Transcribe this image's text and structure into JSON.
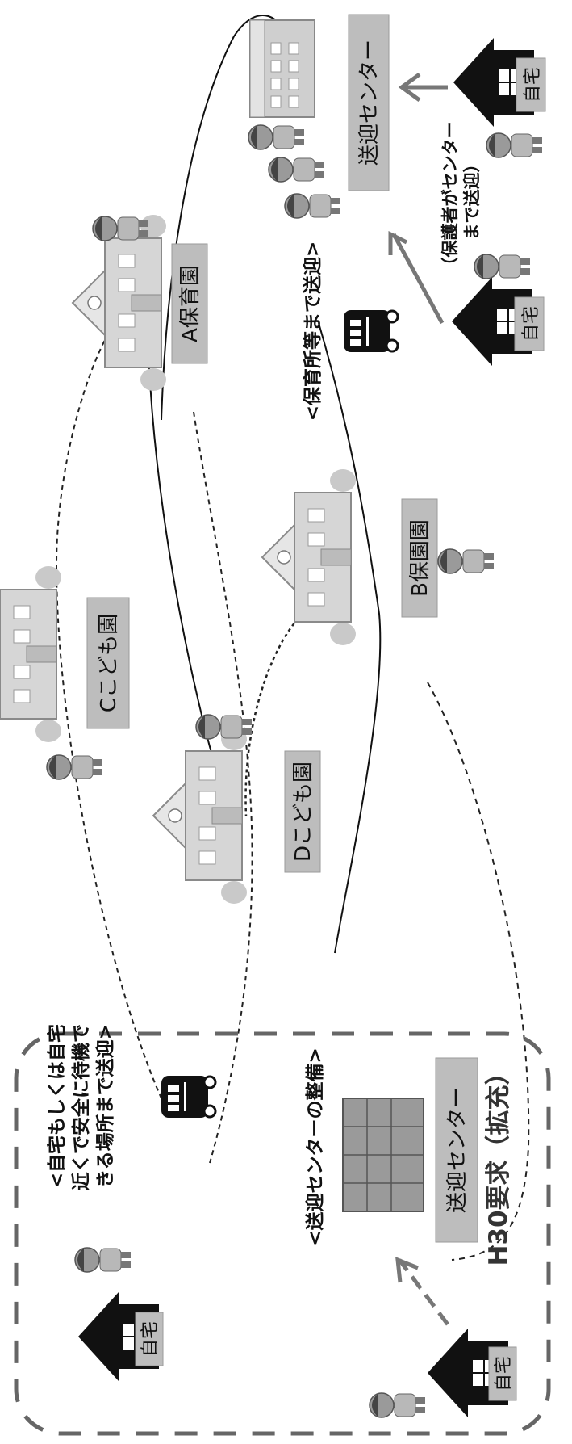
{
  "facilities": {
    "a": "A保育園",
    "b": "B保園園",
    "c": "Cこども園",
    "d": "Dこども園"
  },
  "centers": {
    "top": "送迎センター",
    "bottom": "送迎センター"
  },
  "homes": {
    "top_right": "自宅",
    "mid_right": "自宅",
    "bottom_left": "自宅",
    "bottom_right": "自宅"
  },
  "captions": {
    "route_to_nursery": "<保育所等まで送迎>",
    "guardian_to_center_line1": "（保護者がセンター",
    "guardian_to_center_line2": "まで送迎）",
    "pickup_line1": "<自宅もしくは自宅",
    "pickup_line2": "近くで安全に待機で",
    "pickup_line3": "きる場所まで送迎>",
    "center_setup": "<送迎センターの整備>",
    "h30_request": "H30要求（拡充）"
  },
  "colors": {
    "label_gray": "#bdbdbd",
    "building_gray": "#8f8f8f",
    "house_black": "#111111",
    "arrow_gray": "#777777",
    "dash_border": "#666666"
  },
  "icons": [
    "bus-icon",
    "house-icon",
    "school-building-icon",
    "office-building-icon",
    "person-icon"
  ]
}
